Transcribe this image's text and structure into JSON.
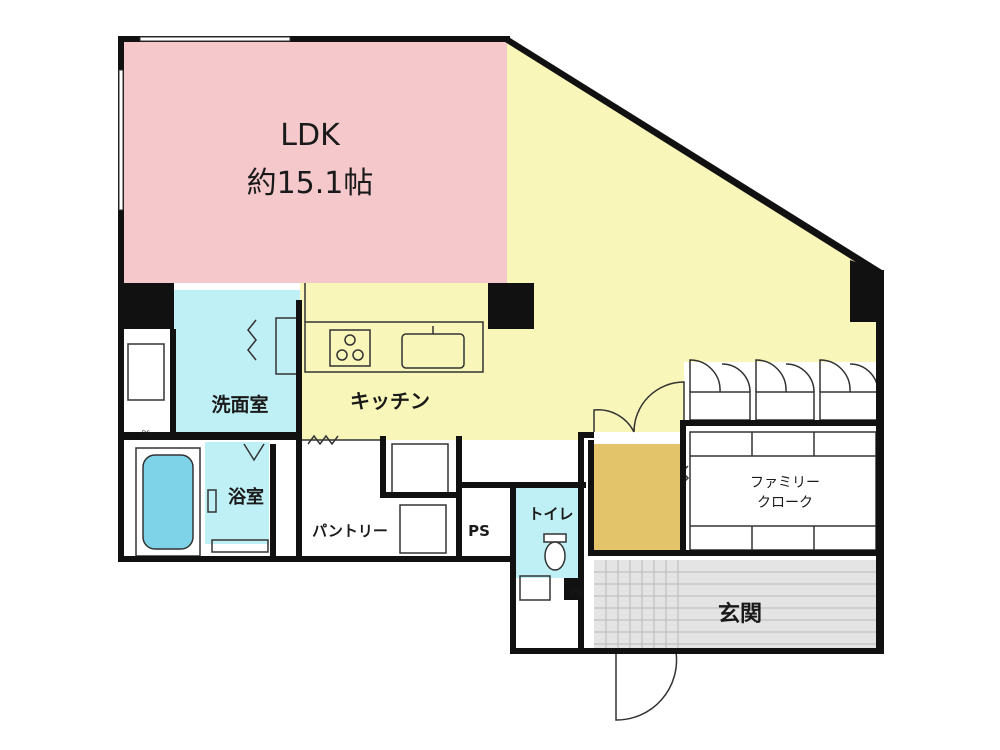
{
  "colors": {
    "ldk_living": "#f5c9cb",
    "ldk_kitchen": "#f8f6b8",
    "wet_rooms": "#bff0f5",
    "storage": "#e3c46a",
    "entrance": "#e4e4e4",
    "wall": "#111111"
  },
  "rooms": {
    "ldk": {
      "name": "LDK",
      "size": "約15.1帖"
    },
    "kitchen": "キッチン",
    "washroom": "洗面室",
    "bathroom": "浴室",
    "pantry": "パントリー",
    "ps_main": "PS",
    "toilet": "トイレ",
    "family_closet": {
      "line1": "ファミリー",
      "line2": "クローク"
    },
    "entrance": "玄関",
    "ps_small": "PS",
    "ds": "DS"
  }
}
